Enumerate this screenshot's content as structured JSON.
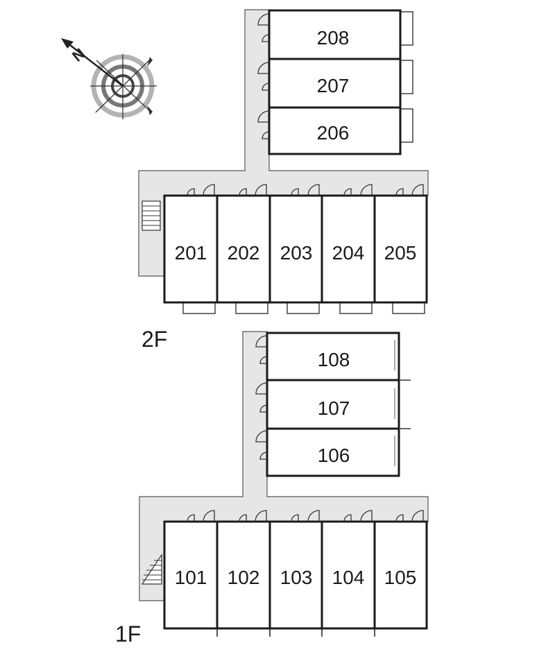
{
  "compass": {
    "label": "N",
    "icon": "compass-rose-icon"
  },
  "floors": [
    {
      "label": "2F",
      "north_units": [
        "208",
        "207",
        "206"
      ],
      "south_units": [
        "201",
        "202",
        "203",
        "204",
        "205"
      ]
    },
    {
      "label": "1F",
      "north_units": [
        "108",
        "107",
        "106"
      ],
      "south_units": [
        "101",
        "102",
        "103",
        "104",
        "105"
      ]
    }
  ]
}
